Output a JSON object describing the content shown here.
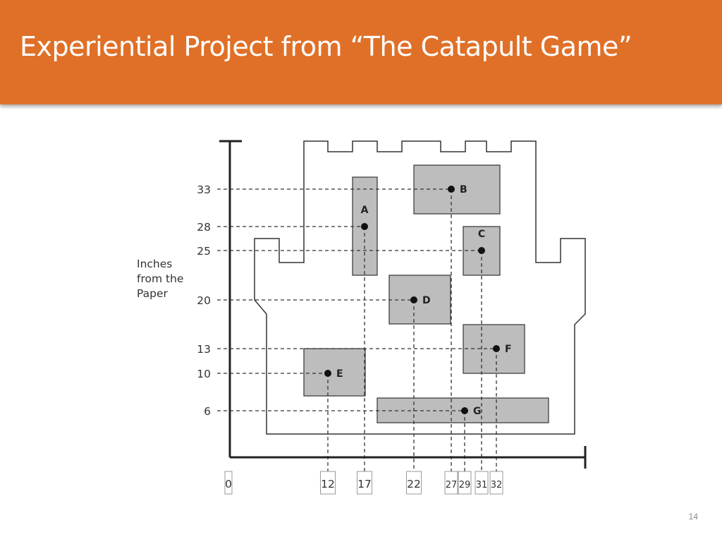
{
  "title": "Experiential Project from “The Catapult Game”",
  "slide_number": "14",
  "diagram": {
    "ylabel_lines": [
      "Inches",
      "from the",
      "Paper"
    ],
    "y_ticks": [
      "33",
      "28",
      "25",
      "20",
      "13",
      "10",
      "6"
    ],
    "x_ticks": [
      "0",
      "12",
      "17",
      "22",
      "27",
      "29",
      "31",
      "32"
    ],
    "points": [
      {
        "label": "A",
        "x": 17,
        "y": 28
      },
      {
        "label": "B",
        "x": 27,
        "y": 33
      },
      {
        "label": "C",
        "x": 31,
        "y": 25
      },
      {
        "label": "D",
        "x": 22,
        "y": 20
      },
      {
        "label": "E",
        "x": 12,
        "y": 10
      },
      {
        "label": "F",
        "x": 32,
        "y": 13
      },
      {
        "label": "G",
        "x": 29,
        "y": 6
      }
    ],
    "colors": {
      "target_fill": "#bdbdbd",
      "outline": "#333333",
      "axis": "#222222"
    }
  }
}
